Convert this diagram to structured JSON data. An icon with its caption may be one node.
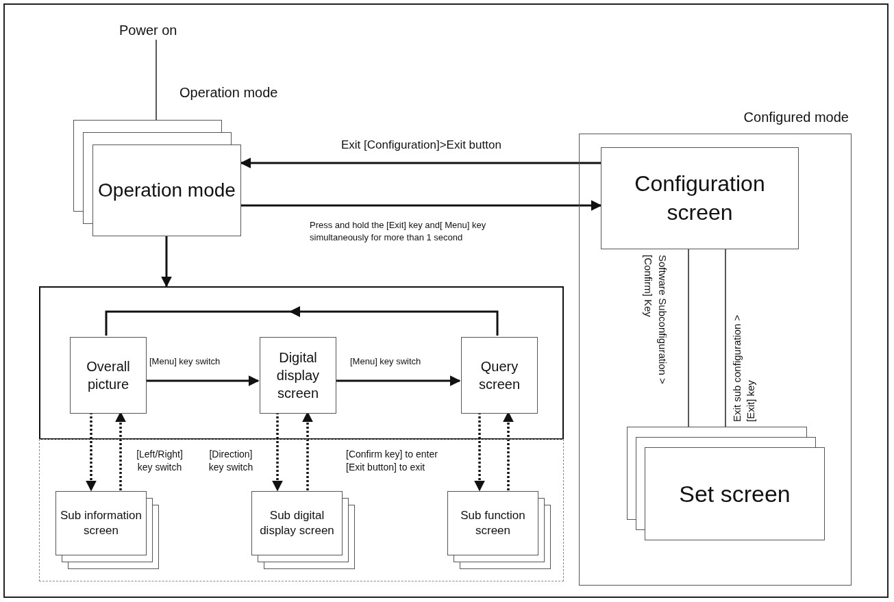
{
  "diagram": {
    "nodes": [
      {
        "text": [
          "Power on"
        ]
      },
      {
        "text": [
          "Operation mode"
        ],
        "beside": [
          "Operation mode"
        ]
      },
      {
        "text": [
          "Configured mode"
        ]
      },
      {
        "text": [
          "Configuration screen"
        ],
        "in": 2
      },
      {
        "text": [
          "Set screen"
        ],
        "in": 2
      },
      {
        "text": [],
        "shape": "box"
      },
      {
        "text": [
          "Overall picture"
        ],
        "in": 5
      },
      {
        "text": [
          "Digital display screen"
        ],
        "in": 5
      },
      {
        "text": [
          "Query screen"
        ],
        "in": 5
      },
      {
        "text": [],
        "shape": "box"
      },
      {
        "text": [
          "Sub information screen"
        ],
        "in": 9
      },
      {
        "text": [
          "Sub digital display screen"
        ],
        "in": 9
      },
      {
        "text": [
          "Sub function screen"
        ],
        "in": 9
      }
    ],
    "edges": [
      {
        "from": 0,
        "to": 1,
        "arrow": "none"
      },
      {
        "from": 3,
        "to": 1,
        "arrow": "to",
        "label": "Exit [Configuration]>Exit button"
      },
      {
        "from": 1,
        "to": 3,
        "arrow": "to",
        "label": "Press and hold the [Exit] key and[ Menu] key simultaneously for more than 1 second"
      },
      {
        "from": 1,
        "to": 5,
        "arrow": "to"
      },
      {
        "from": 6,
        "to": 7,
        "arrow": "to",
        "label": "[Menu] key switch"
      },
      {
        "from": 7,
        "to": 8,
        "arrow": "to",
        "label": "[Menu] key switch"
      },
      {
        "from": 8,
        "to": 6,
        "arrow": "to"
      },
      {
        "from": 6,
        "to": 10,
        "arrow": "to",
        "style": "dashed"
      },
      {
        "from": 10,
        "to": 6,
        "arrow": "to",
        "style": "dashed",
        "label": "[Left/Right] key switch"
      },
      {
        "from": 7,
        "to": 11,
        "arrow": "to",
        "style": "dashed",
        "label": "[Direction] key switch"
      },
      {
        "from": 11,
        "to": 7,
        "arrow": "to",
        "style": "dashed"
      },
      {
        "from": 8,
        "to": 12,
        "arrow": "to",
        "style": "dashed",
        "label": "[Confirm key] to enter [Exit button] to exit"
      },
      {
        "from": 12,
        "to": 8,
        "arrow": "to",
        "style": "dashed"
      },
      {
        "from": 3,
        "to": 4,
        "arrow": "none",
        "label": "Software Subconfiguration >[Confirm] Key"
      },
      {
        "from": 3,
        "to": 4,
        "arrow": "none",
        "label": "Exit sub configuration >[Exit] key"
      }
    ]
  }
}
